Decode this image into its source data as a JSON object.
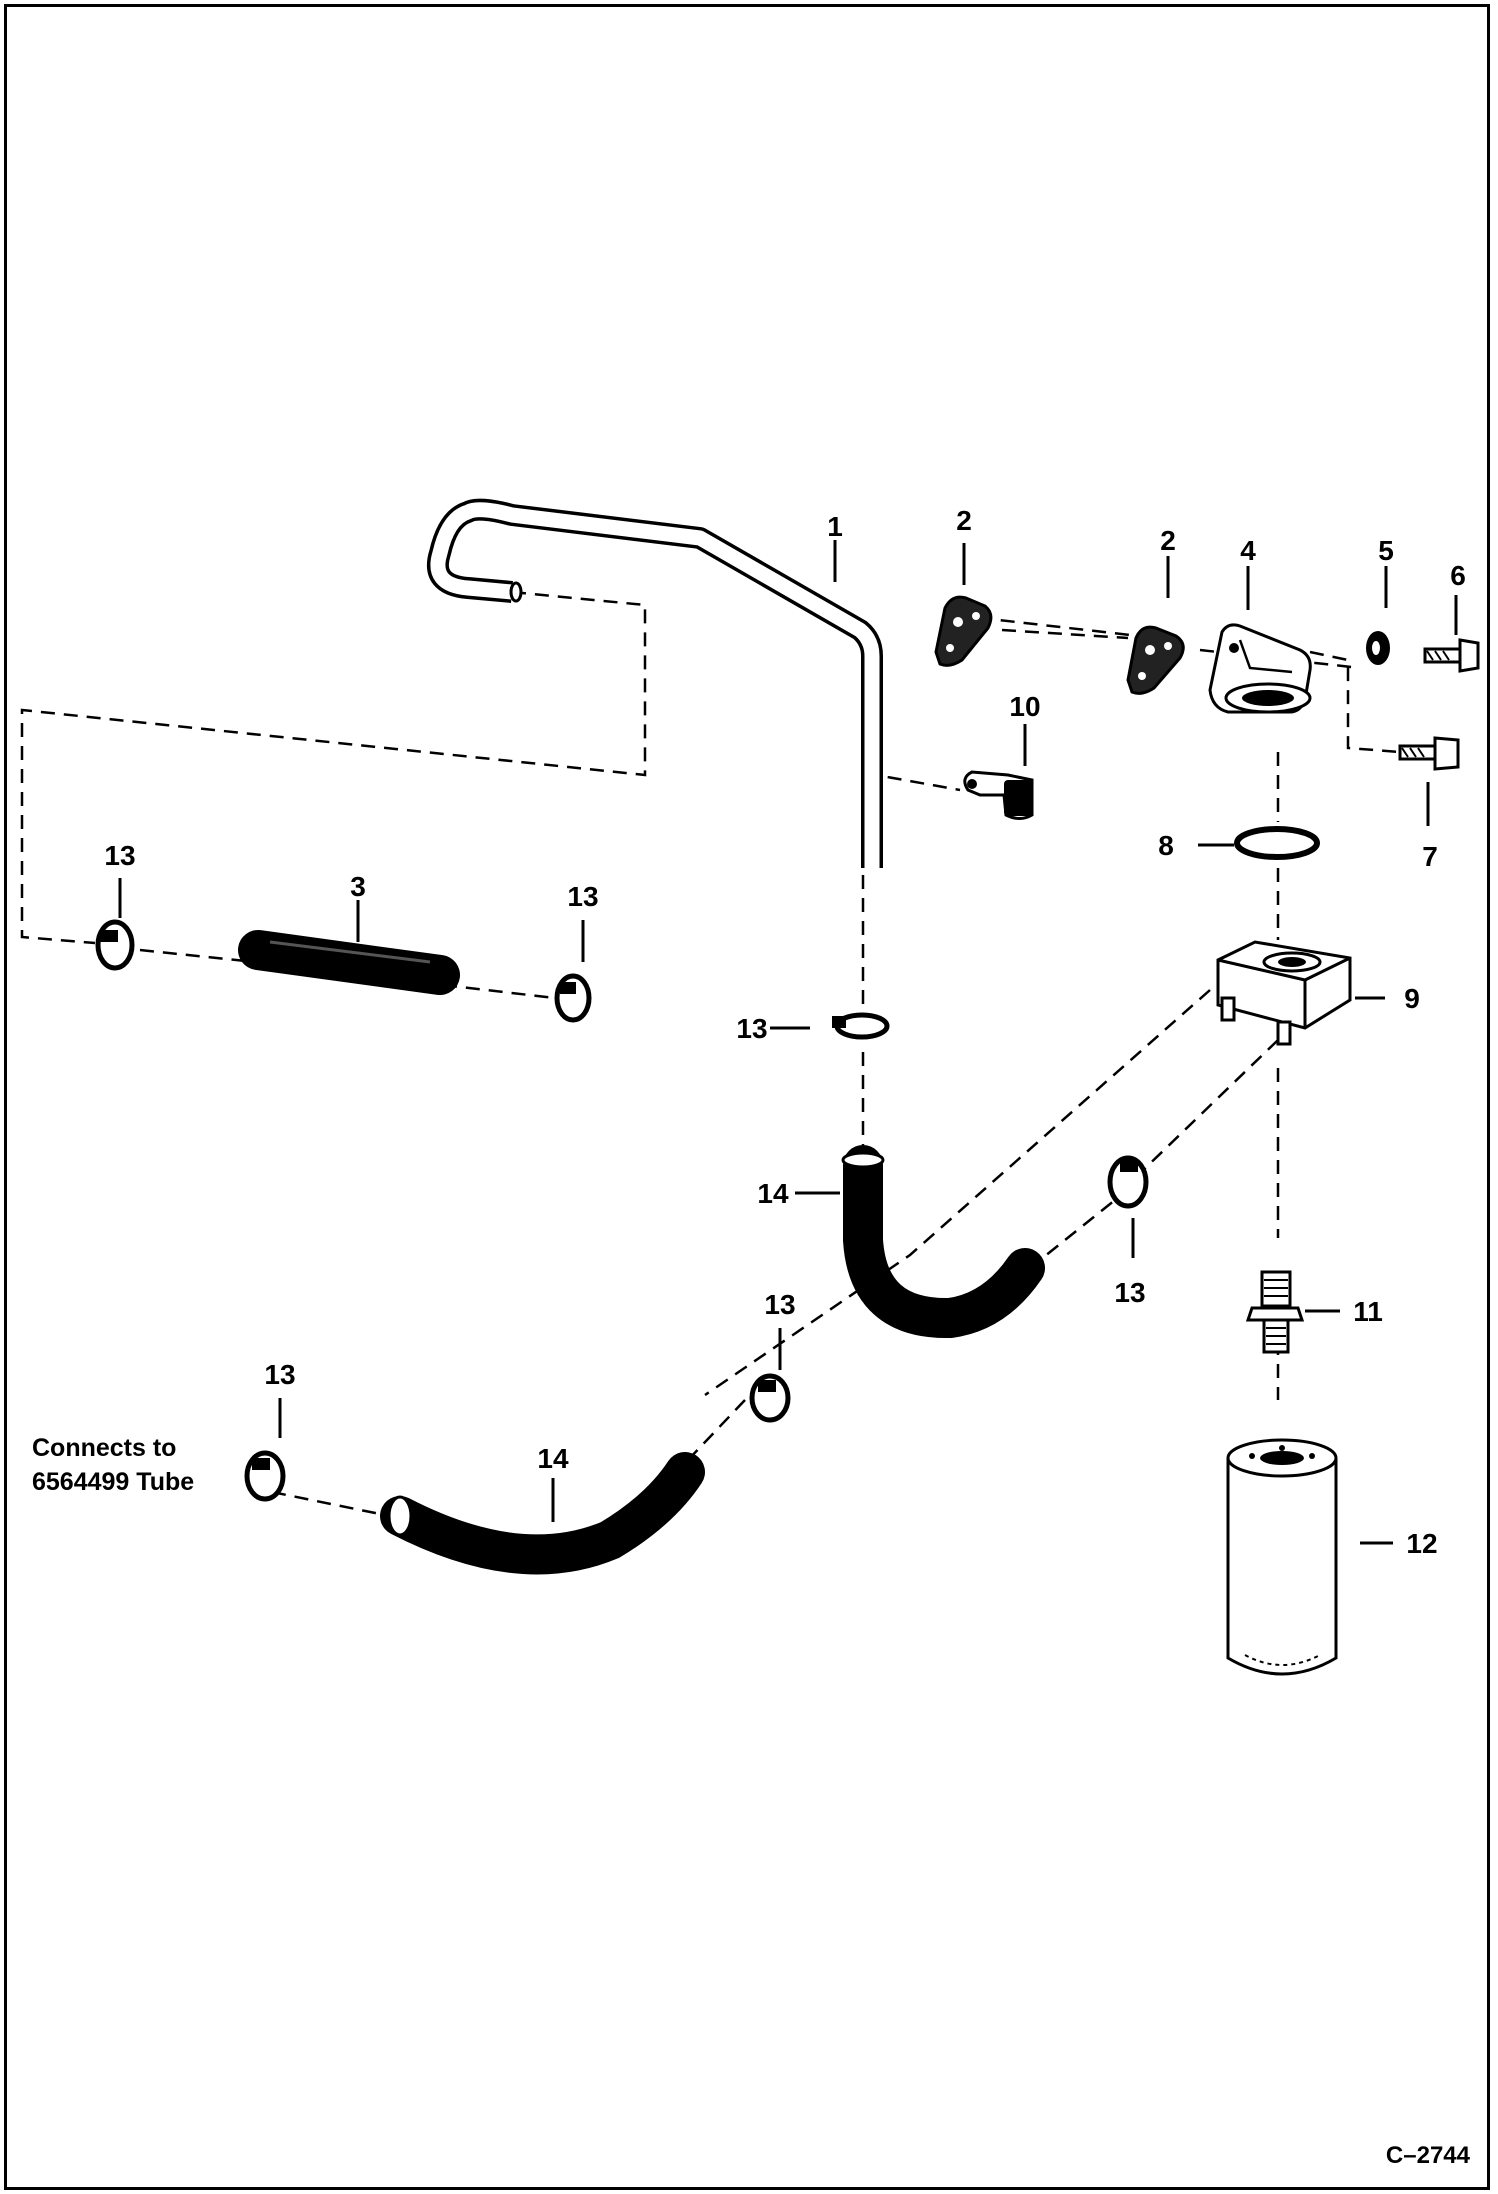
{
  "diagram": {
    "figure_code": "C–2744",
    "note_line1": "Connects to",
    "note_line2": "6564499 Tube",
    "callouts": {
      "c1": "1",
      "c2a": "2",
      "c2b": "2",
      "c3": "3",
      "c4": "4",
      "c5": "5",
      "c6": "6",
      "c7": "7",
      "c8": "8",
      "c9": "9",
      "c10": "10",
      "c11": "11",
      "c12": "12",
      "c13a": "13",
      "c13b": "13",
      "c13c": "13",
      "c13d": "13",
      "c13e": "13",
      "c13f": "13",
      "c14a": "14",
      "c14b": "14"
    }
  }
}
